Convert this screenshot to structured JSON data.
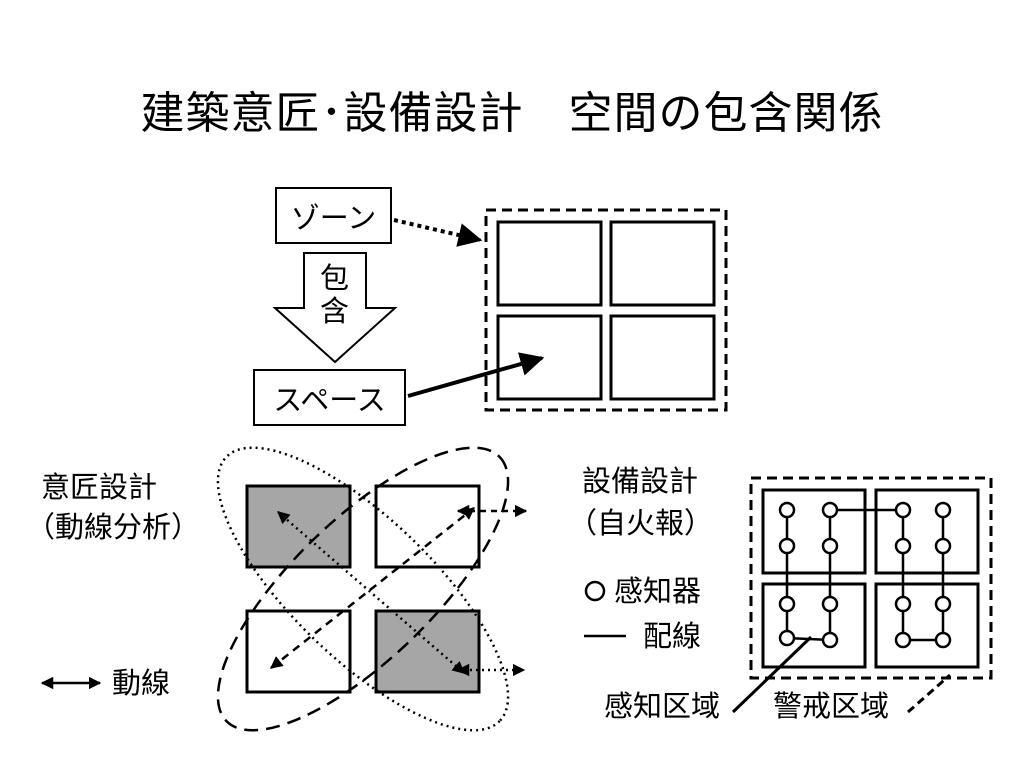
{
  "slide": {
    "title": "建築意匠･設備設計　空間の包含関係"
  },
  "top_diagram": {
    "zone_label": "ゾーン",
    "contain_label_1": "包",
    "contain_label_2": "含",
    "space_label": "スペース"
  },
  "left_diagram": {
    "title_line1": "意匠設計",
    "title_line2": "（動線分析）",
    "legend_flow": "動線"
  },
  "right_diagram": {
    "title_line1": "設備設計",
    "title_line2": "（自火報）",
    "legend_sensor": "感知器",
    "legend_wiring": "配線",
    "sensing_area": "感知区域",
    "warning_area": "警戒区域"
  }
}
